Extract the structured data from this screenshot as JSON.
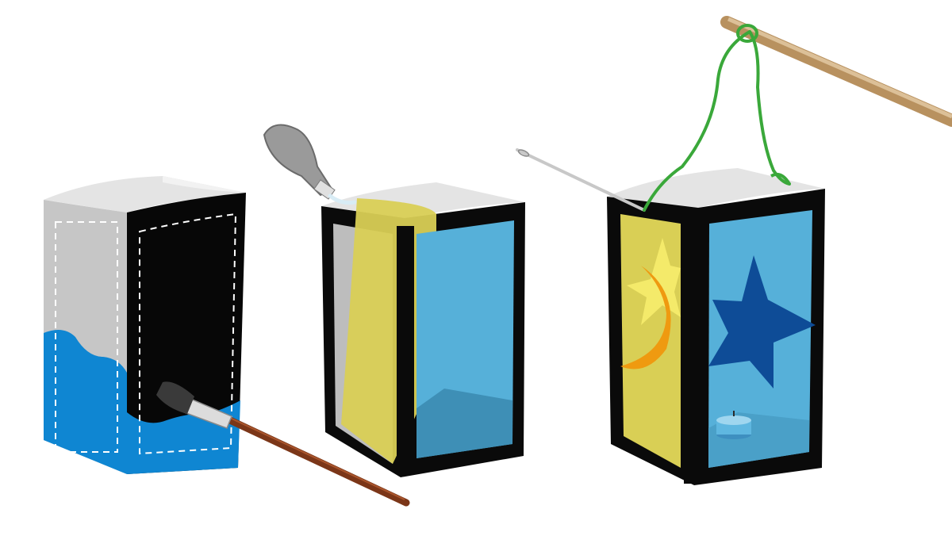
{
  "illustration": {
    "subject": "lantern-craft-steps",
    "steps": [
      {
        "step": 1,
        "tool": "paintbrush",
        "state": "carton-painted"
      },
      {
        "step": 2,
        "tool": "glue-tube",
        "state": "windows-cut-and-glued"
      },
      {
        "step": 3,
        "tool": "needle",
        "state": "decorated-and-hung"
      }
    ],
    "decorations": [
      "star-icon",
      "moon-icon",
      "seven-point-star-icon",
      "tealight-icon"
    ]
  },
  "colors": {
    "carton_gray": "#c6c6c6",
    "carton_inner": "#e2e2e2",
    "frame_black": "#0a0a0a",
    "paint_blue": "#0f86d2",
    "pane_blue": "#56b0d9",
    "pane_blue_dark": "#3e8fb6",
    "pane_yellow": "#d9cf55",
    "moon_orange": "#ef9a10",
    "star_yellow": "#f4ea6a",
    "star_navy": "#0e4c97",
    "string_green": "#3aa83a",
    "stick_tan": "#cfae82",
    "brush_handle": "#7b3618",
    "glue_tube": "#9a9a9a"
  }
}
